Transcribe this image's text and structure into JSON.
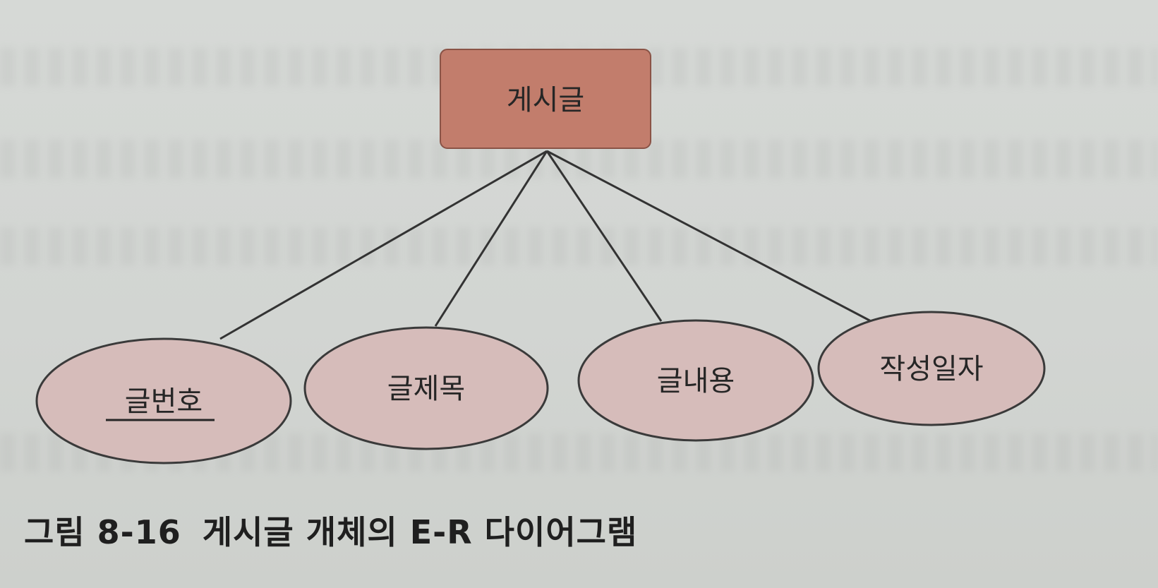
{
  "entity": {
    "label": "게시글"
  },
  "attributes": [
    {
      "label": "글번호",
      "key": true
    },
    {
      "label": "글제목",
      "key": false
    },
    {
      "label": "글내용",
      "key": false
    },
    {
      "label": "작성일자",
      "key": false
    }
  ],
  "caption": {
    "label": "그림 8-16",
    "text": "게시글 개체의 E-R 다이어그램"
  },
  "colors": {
    "entity_fill": "#c27d6c",
    "attribute_fill": "#d6bcba",
    "stroke": "#333333",
    "background": "#d4d7d4"
  }
}
